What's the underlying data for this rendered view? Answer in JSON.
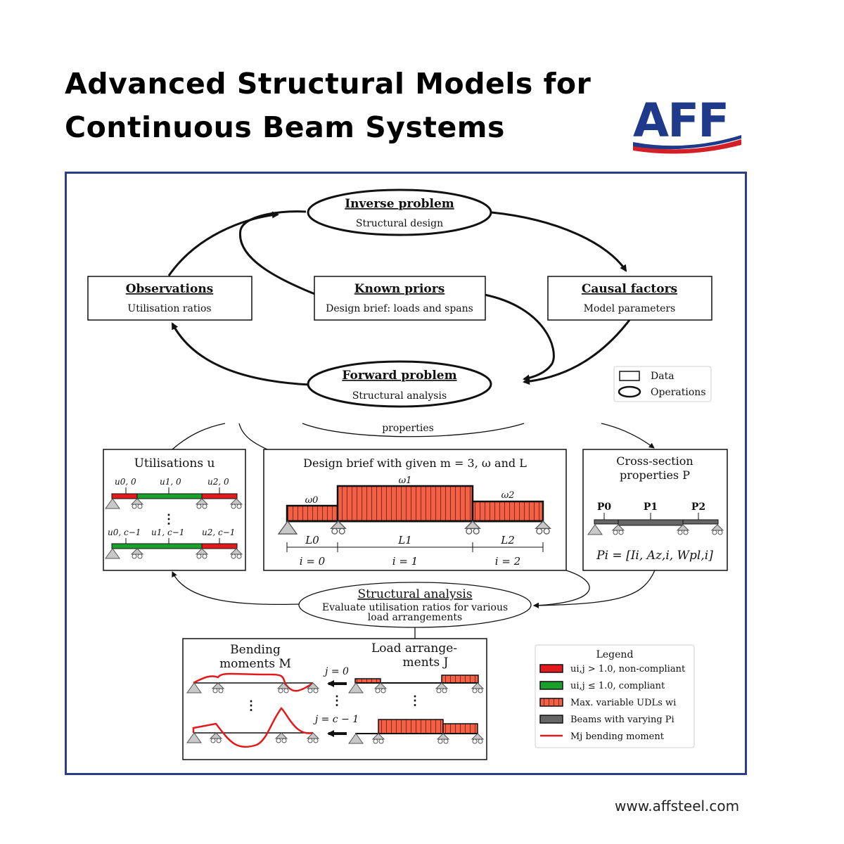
{
  "header": {
    "title_line1": "Advanced Structural Models for",
    "title_line2": "Continuous Beam Systems",
    "logo_text": "AFF"
  },
  "top_diagram": {
    "inverse": {
      "title": "Inverse problem",
      "subtitle": "Structural design"
    },
    "forward": {
      "title": "Forward problem",
      "subtitle": "Structural analysis"
    },
    "observations": {
      "title": "Observations",
      "subtitle": "Utilisation ratios"
    },
    "known_priors": {
      "title": "Known priors",
      "subtitle": "Design brief: loads and spans"
    },
    "causal_factors": {
      "title": "Causal factors",
      "subtitle": "Model parameters"
    },
    "key": {
      "data": "Data",
      "operations": "Operations"
    }
  },
  "lower_diagram": {
    "fragment": "properties",
    "utilisations": {
      "title": "Utilisations u",
      "u00": "u0, 0",
      "u10": "u1, 0",
      "u20": "u2, 0",
      "u0c": "u0, c−1",
      "u1c": "u1, c−1",
      "u2c": "u2, c−1",
      "dots": "⋮"
    },
    "design_brief": {
      "title": "Design brief with given m = 3, ω and L",
      "w0": "ω0",
      "w1": "ω1",
      "w2": "ω2",
      "L0": "L0",
      "L1": "L1",
      "L2": "L2",
      "i0": "i = 0",
      "i1": "i = 1",
      "i2": "i = 2"
    },
    "cross_section": {
      "title_line1": "Cross-section",
      "title_line2": "properties P",
      "P0": "P0",
      "P1": "P1",
      "P2": "P2",
      "formula": "Pi = [Ii, Az,i, Wpl,i]"
    },
    "analysis": {
      "title": "Structural analysis",
      "line1": "Evaluate utilisation ratios for various",
      "line2": "load arrangements"
    },
    "moments": {
      "title_line1": "Bending",
      "title_line2": "moments M"
    },
    "arrangements": {
      "title_line1": "Load arrange-",
      "title_line2": "ments J",
      "j0": "j = 0",
      "jc": "j = c − 1",
      "dots": "⋮"
    },
    "legend": {
      "title": "Legend",
      "items": [
        "ui,j > 1.0, non-compliant",
        "ui,j ≤ 1.0, compliant",
        "Max. variable UDLs wi",
        "Beams with varying Pi",
        "Mj bending moment"
      ]
    }
  },
  "colors": {
    "frame": "#2c3e86",
    "red": "#e31a1c",
    "green": "#19a12c",
    "udl": "#f26046",
    "grey_beam": "#666666",
    "logo_blue": "#1f3a8a",
    "logo_red": "#d32027"
  },
  "footer": {
    "url": "www.affsteel.com"
  }
}
